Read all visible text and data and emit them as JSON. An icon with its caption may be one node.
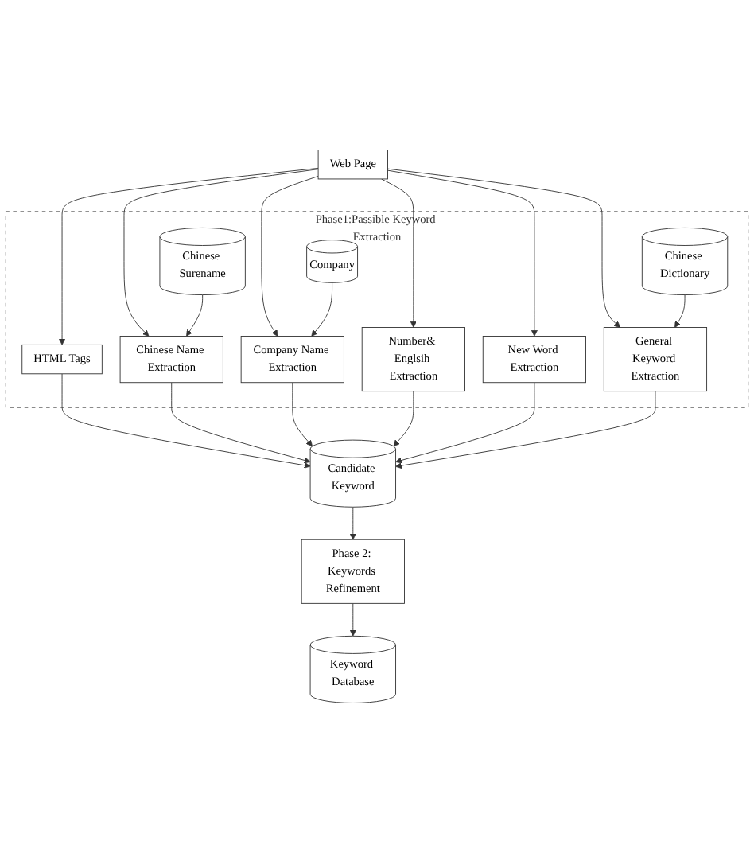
{
  "diagram": {
    "nodes": [
      {
        "text": [
          "Web Page"
        ]
      },
      {
        "text": [
          "Phase1:Passible Keyword Extraction"
        ]
      },
      {
        "text": [
          "HTML Tags"
        ],
        "in": 1
      },
      {
        "text": [
          "Chinese Name Extraction"
        ],
        "in": 1
      },
      {
        "text": [
          "Chinese Surename"
        ],
        "in": 1
      },
      {
        "text": [
          "Company Name Extraction"
        ],
        "in": 1
      },
      {
        "text": [
          "Company"
        ],
        "in": 1
      },
      {
        "text": [
          "Number& Englsih Extraction"
        ],
        "in": 1
      },
      {
        "text": [
          "New Word Extraction"
        ],
        "in": 1
      },
      {
        "text": [
          "General Keyword Extraction"
        ],
        "in": 1
      },
      {
        "text": [
          "Chinese Dictionary"
        ],
        "in": 1
      },
      {
        "text": [
          "Candidate Keyword"
        ]
      },
      {
        "text": [
          "Phase 2: Keywords Refinement"
        ]
      },
      {
        "text": [
          "Keyword Database"
        ]
      }
    ],
    "edges": [
      {
        "from": 0,
        "to": 2,
        "arrow": "to"
      },
      {
        "from": 0,
        "to": 3,
        "arrow": "to"
      },
      {
        "from": 0,
        "to": 5,
        "arrow": "to"
      },
      {
        "from": 0,
        "to": 7,
        "arrow": "to"
      },
      {
        "from": 0,
        "to": 8,
        "arrow": "to"
      },
      {
        "from": 0,
        "to": 9,
        "arrow": "to"
      },
      {
        "from": 4,
        "to": 3,
        "arrow": "to"
      },
      {
        "from": 6,
        "to": 5,
        "arrow": "to"
      },
      {
        "from": 10,
        "to": 9,
        "arrow": "to"
      },
      {
        "from": 2,
        "to": 11,
        "arrow": "to"
      },
      {
        "from": 3,
        "to": 11,
        "arrow": "to"
      },
      {
        "from": 5,
        "to": 11,
        "arrow": "to"
      },
      {
        "from": 7,
        "to": 11,
        "arrow": "to"
      },
      {
        "from": 8,
        "to": 11,
        "arrow": "to"
      },
      {
        "from": 9,
        "to": 11,
        "arrow": "to"
      },
      {
        "from": 11,
        "to": 12,
        "arrow": "to"
      },
      {
        "from": 12,
        "to": 13,
        "arrow": "to"
      }
    ]
  }
}
